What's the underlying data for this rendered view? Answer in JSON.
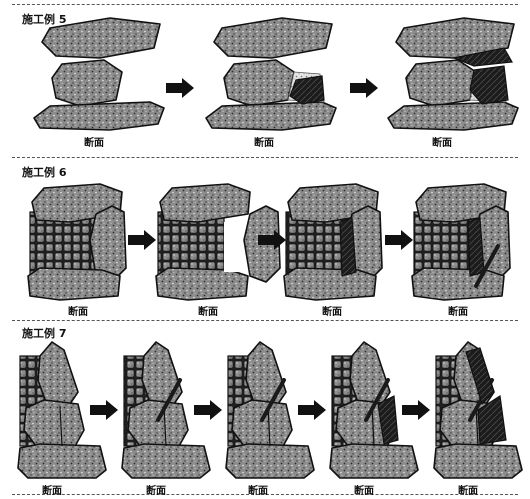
{
  "examples": [
    {
      "title": "施工例 5",
      "steps": [
        {
          "caption": "断面"
        },
        {
          "caption": "断面"
        },
        {
          "caption": "断面"
        }
      ]
    },
    {
      "title": "施工例 6",
      "steps": [
        {
          "caption": "断面"
        },
        {
          "caption": "断面"
        },
        {
          "caption": "断面"
        },
        {
          "caption": "断面"
        }
      ]
    },
    {
      "title": "施工例 7",
      "steps": [
        {
          "caption": "断面"
        },
        {
          "caption": "断面"
        },
        {
          "caption": "断面"
        },
        {
          "caption": "断面"
        },
        {
          "caption": "断面"
        }
      ]
    }
  ],
  "colors": {
    "stone": "#8c8c8c",
    "stone_outline": "#111111",
    "filler": "#1a1a1a",
    "gravel": "#d8d8d8",
    "arrow": "#111111"
  }
}
